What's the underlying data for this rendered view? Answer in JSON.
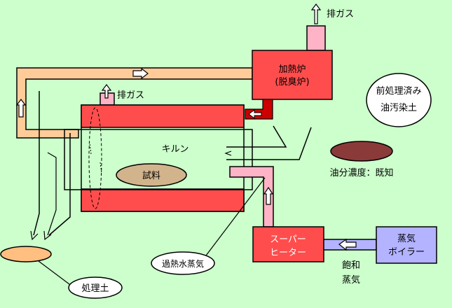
{
  "labels": {
    "exhaust_top": "排ガス",
    "exhaust_kiln": "排ガス",
    "furnace_line1": "加熱炉",
    "furnace_line2": "(脱臭炉)",
    "kiln": "キルン",
    "sample": "試料",
    "pretreated_line1": "前処理済み",
    "pretreated_line2": "油汚染土",
    "oil_detect": "油分濃度：既知",
    "superheater_line1": "スーパー",
    "superheater_line2": "ヒーター",
    "boiler_line1": "蒸気",
    "boiler_line2": "ボイラー",
    "saturated_line1": "飽和",
    "saturated_line2": "蒸気",
    "superheated_steam": "過熱水蒸気",
    "treated_soil": "処理土"
  },
  "colors": {
    "background": "#ccffcc",
    "furnace_red": "#ff4d4d",
    "duct_tan": "#ffcc99",
    "pink": "#ffb3c6",
    "boiler_purple": "#b3b3ff",
    "sample_tan": "#d2b48c",
    "soil_brown": "#8b3a3a",
    "treated_orange": "#ffbf80",
    "arrow_white": "#ffffff",
    "dark_red": "#cc0000"
  }
}
